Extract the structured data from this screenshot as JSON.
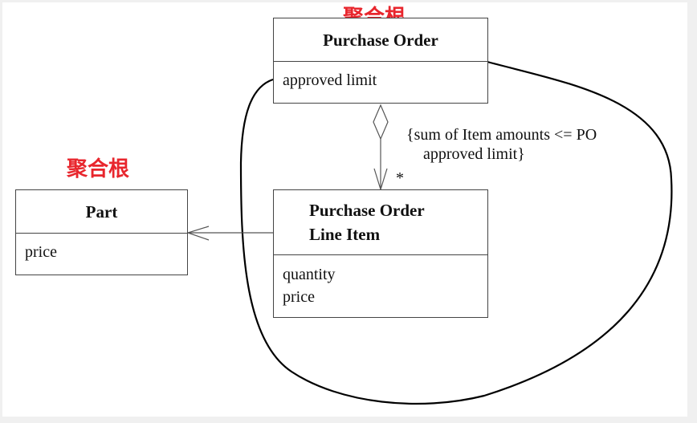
{
  "root_labels": [
    "聚合根",
    "聚合根"
  ],
  "classes": {
    "purchase_order": {
      "name": "Purchase Order",
      "attributes": [
        "approved limit"
      ]
    },
    "part": {
      "name": "Part",
      "attributes": [
        "price"
      ]
    },
    "line_item": {
      "name_lines": [
        "Purchase Order",
        "Line Item"
      ],
      "attributes": [
        "quantity",
        "price"
      ]
    }
  },
  "constraint_lines": [
    "{sum of Item amounts <= PO",
    "approved limit}"
  ],
  "multiplicity": "*"
}
